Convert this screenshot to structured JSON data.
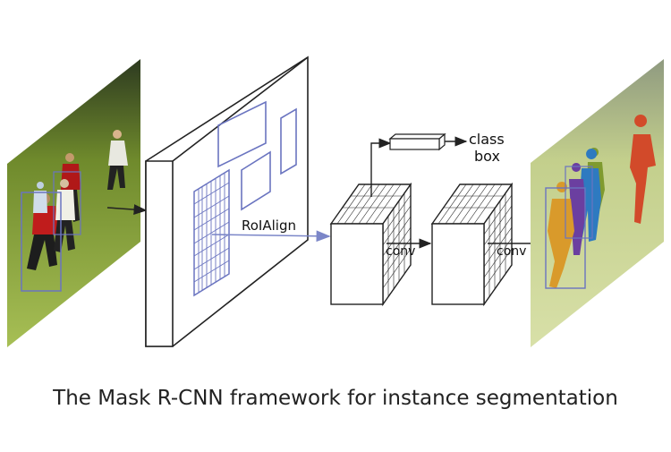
{
  "labels": {
    "roialign": "RoIAlign",
    "conv_1": "conv",
    "conv_2": "conv",
    "class": "class",
    "box": "box"
  },
  "caption": "The Mask R-CNN framework for instance segmentation",
  "colors": {
    "outline": "#222222",
    "roi_box": "#6a74c0",
    "roialign_arrow": "#7b86c8",
    "grass_light": "#b9c86a",
    "grass_dark": "#6f8a2c",
    "mask_orange": "#d99a2b",
    "mask_purple": "#6b3fa0",
    "mask_blue": "#2e7ac0",
    "mask_red": "#d24a2a",
    "mask_green": "#7f9a2f"
  }
}
